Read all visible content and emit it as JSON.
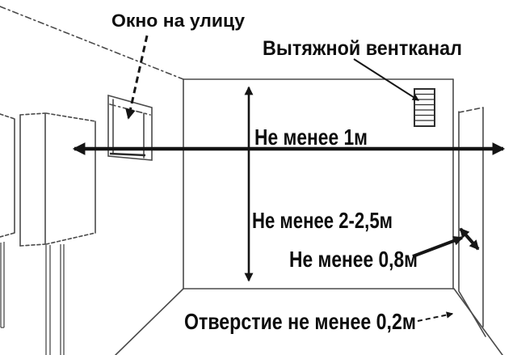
{
  "diagram": {
    "type": "boiler-room-installation-clearances",
    "language": "ru",
    "colors": {
      "background": "#ffffff",
      "thin_line": "#4a4a4a",
      "arrow_line": "#141414",
      "text": "#0d0d0d"
    },
    "labels": {
      "window": "Окно на улицу",
      "vent": "Вытяжной вентканал",
      "distance_window": "Не менее 1м",
      "ceiling_height": "Не менее 2-2,5м",
      "front_clearance": "Не менее 0,8м",
      "door_gap": "Отверстие не менее 0,2м"
    },
    "icons": {
      "vent_grille": "exhaust-vent-grille-icon",
      "window": "street-window-icon",
      "boiler": "wall-boiler-icon",
      "door": "door-leaf-icon"
    }
  }
}
